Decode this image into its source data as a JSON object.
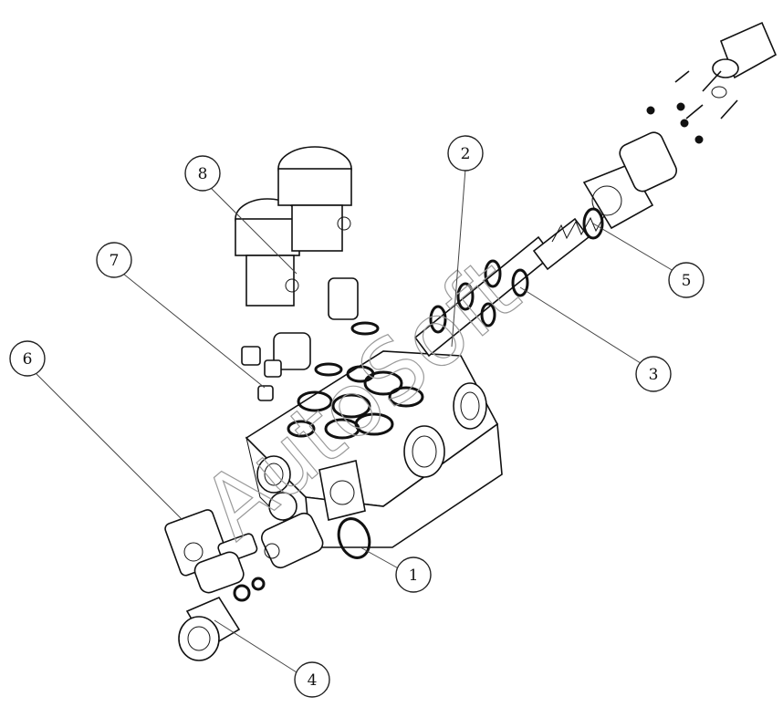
{
  "watermark": "AutoSoft",
  "callouts": [
    {
      "id": "callout-1",
      "label": "1"
    },
    {
      "id": "callout-2",
      "label": "2"
    },
    {
      "id": "callout-3",
      "label": "3"
    },
    {
      "id": "callout-4",
      "label": "4"
    },
    {
      "id": "callout-5",
      "label": "5"
    },
    {
      "id": "callout-6",
      "label": "6"
    },
    {
      "id": "callout-7",
      "label": "7"
    },
    {
      "id": "callout-8",
      "label": "8"
    }
  ]
}
